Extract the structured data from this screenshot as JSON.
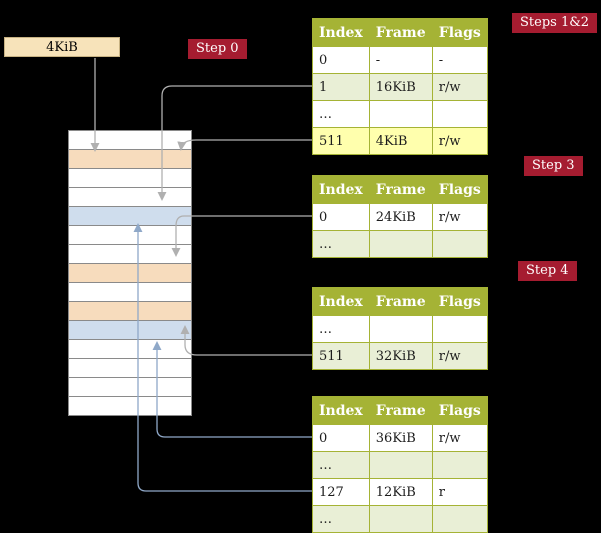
{
  "colors": {
    "page_bg": "#000000",
    "badge_red": "#a51c30",
    "header_olive": "#a5b335",
    "row_green": "#e9efd6",
    "highlight_yellow": "#ffffad",
    "cell_peach": "#f7dcbd",
    "cell_blue": "#cfdded",
    "frame_box_bg": "#f7e3ba",
    "arrow_gray": "#b0b0b0",
    "arrow_blue": "#8fa8c8"
  },
  "frame_box": {
    "label": "4KiB"
  },
  "badges": [
    {
      "id": "steps12",
      "label": "Steps 1&2"
    },
    {
      "id": "step0",
      "label": "Step 0"
    },
    {
      "id": "step3",
      "label": "Step 3"
    },
    {
      "id": "step4",
      "label": "Step 4"
    }
  ],
  "memory_stack": {
    "cells": [
      {
        "color": "white"
      },
      {
        "color": "peach"
      },
      {
        "color": "white"
      },
      {
        "color": "white"
      },
      {
        "color": "blue"
      },
      {
        "color": "white"
      },
      {
        "color": "white"
      },
      {
        "color": "peach"
      },
      {
        "color": "white"
      },
      {
        "color": "peach"
      },
      {
        "color": "blue"
      },
      {
        "color": "white"
      },
      {
        "color": "white"
      },
      {
        "color": "white"
      },
      {
        "color": "white"
      }
    ]
  },
  "tables": [
    {
      "id": "steps12-table",
      "headers": [
        "Index",
        "Frame",
        "Flags"
      ],
      "rows": [
        {
          "variant": "white",
          "cells": [
            "0",
            "-",
            "-"
          ]
        },
        {
          "variant": "green",
          "cells": [
            "1",
            "16KiB",
            "r/w"
          ]
        },
        {
          "variant": "white",
          "cells": [
            "…",
            "",
            ""
          ]
        },
        {
          "variant": "yellow",
          "cells": [
            "511",
            "4KiB",
            "r/w"
          ]
        }
      ]
    },
    {
      "id": "step3-table",
      "headers": [
        "Index",
        "Frame",
        "Flags"
      ],
      "rows": [
        {
          "variant": "white",
          "cells": [
            "0",
            "24KiB",
            "r/w"
          ]
        },
        {
          "variant": "green",
          "cells": [
            "…",
            "",
            ""
          ]
        }
      ]
    },
    {
      "id": "step4-table",
      "headers": [
        "Index",
        "Frame",
        "Flags"
      ],
      "rows": [
        {
          "variant": "white",
          "cells": [
            "…",
            "",
            ""
          ]
        },
        {
          "variant": "green",
          "cells": [
            "511",
            "32KiB",
            "r/w"
          ]
        }
      ]
    },
    {
      "id": "final-table",
      "headers": [
        "Index",
        "Frame",
        "Flags"
      ],
      "rows": [
        {
          "variant": "white",
          "cells": [
            "0",
            "36KiB",
            "r/w"
          ]
        },
        {
          "variant": "green",
          "cells": [
            "…",
            "",
            ""
          ]
        },
        {
          "variant": "white",
          "cells": [
            "127",
            "12KiB",
            "r"
          ]
        },
        {
          "variant": "green",
          "cells": [
            "…",
            "",
            ""
          ]
        }
      ]
    }
  ]
}
